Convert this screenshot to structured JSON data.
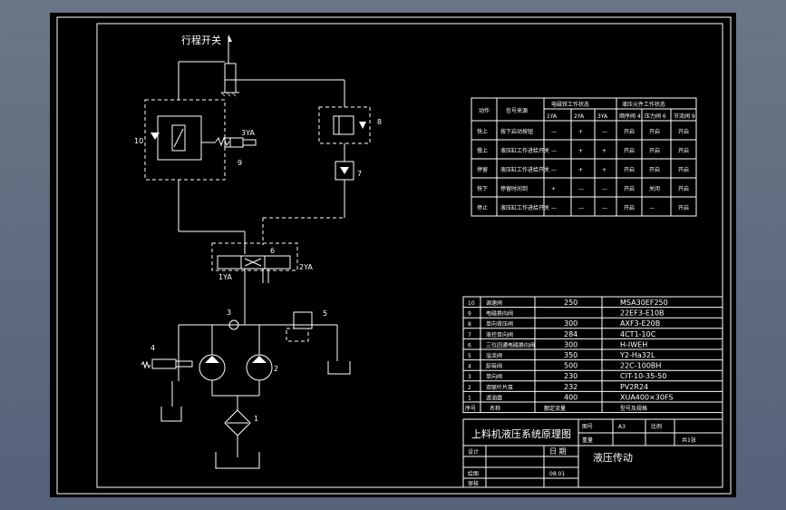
{
  "drawing": {
    "title_cn": "上料机液压系统原理图",
    "subtitle": "液压传动",
    "limit_switch_label": "行程开关",
    "labels": {
      "c1": "1",
      "c2": "2",
      "c3": "3",
      "c4": "4",
      "c5": "5",
      "c6": "6",
      "c7": "7",
      "c8": "8",
      "c9": "9",
      "c10": "10",
      "ya1": "1YA",
      "ya2": "2YA",
      "ya3": "3YA"
    }
  },
  "action_table": {
    "col_action": "动作",
    "col_signal": "信号来源",
    "group1": "电磁铁工作状态",
    "group2": "液压元件工作状态",
    "sub": [
      "1YA",
      "2YA",
      "3YA",
      "顺序阀 4",
      "压力阀 6",
      "节流阀 9"
    ],
    "rows": [
      {
        "action": "快上",
        "signal": "按下启动按钮",
        "cells": [
          "—",
          "+",
          "—",
          "开启",
          "开启",
          "开启"
        ]
      },
      {
        "action": "慢上",
        "signal": "液压缸工作进给开关",
        "cells": [
          "—",
          "+",
          "+",
          "开启",
          "开启",
          "开启"
        ]
      },
      {
        "action": "停留",
        "signal": "液压缸工作进给开关",
        "cells": [
          "—",
          "+",
          "+",
          "开启",
          "开启",
          "开启"
        ]
      },
      {
        "action": "快下",
        "signal": "停留时间到",
        "cells": [
          "+",
          "—",
          "—",
          "开启",
          "关闭",
          "开启"
        ]
      },
      {
        "action": "停止",
        "signal": "液压缸工作进给开关",
        "cells": [
          "—",
          "—",
          "—",
          "开启",
          "—",
          "开启"
        ]
      }
    ]
  },
  "parts": [
    {
      "no": "10",
      "name": "调速阀",
      "qty": "250",
      "spec": "MSA30EF250"
    },
    {
      "no": "9",
      "name": "电磁换向阀",
      "qty": "",
      "spec": "22EF3-E10B"
    },
    {
      "no": "8",
      "name": "单向背压阀",
      "qty": "300",
      "spec": "AXF3-E20B"
    },
    {
      "no": "7",
      "name": "液控单向阀",
      "qty": "284",
      "spec": "4CT1-10C"
    },
    {
      "no": "6",
      "name": "三位四通电磁换向阀",
      "qty": "300",
      "spec": "H-IWEH"
    },
    {
      "no": "5",
      "name": "溢流阀",
      "qty": "350",
      "spec": "Y2-Ha32L"
    },
    {
      "no": "4",
      "name": "卸荷阀",
      "qty": "500",
      "spec": "22C-100BH"
    },
    {
      "no": "3",
      "name": "单向阀",
      "qty": "230",
      "spec": "CIT-10-35-50"
    },
    {
      "no": "2",
      "name": "双联叶片泵",
      "qty": "232",
      "spec": "PV2R24"
    },
    {
      "no": "1",
      "name": "滤油器",
      "qty": "400",
      "spec": "XUA400×30FS"
    }
  ],
  "parts_header": {
    "no": "序号",
    "name": "名称",
    "qty": "额定流量",
    "spec": "型号及规格"
  },
  "title_block": {
    "scale_key": "图号",
    "scale_val": "A3",
    "ratio_key": "比例",
    "weight_key": "重量",
    "sheets": "共1张",
    "design": "设计",
    "check": "绘图",
    "approve": "审核",
    "date_key": "日 期",
    "date_val": "08.01"
  }
}
